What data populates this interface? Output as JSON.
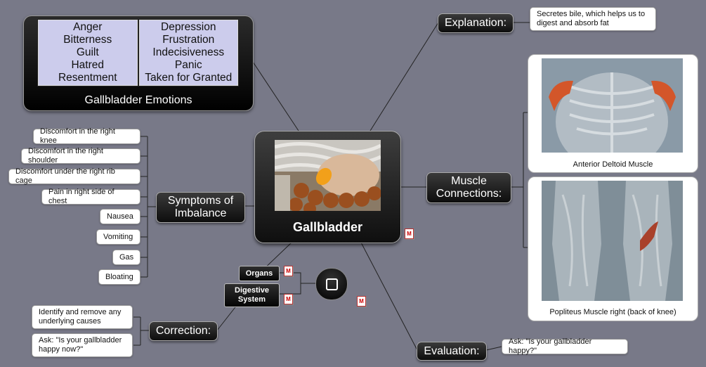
{
  "center": {
    "title": "Gallbladder",
    "image": "gallbladder-anatomy-illustration"
  },
  "emotions": {
    "caption": "Gallbladder Emotions",
    "left": [
      "Anger",
      "Bitterness",
      "Guilt",
      "Hatred",
      "Resentment"
    ],
    "right": [
      "Depression",
      "Frustration",
      "Indecisiveness",
      "Panic",
      "Taken for Granted"
    ]
  },
  "explanation": {
    "label": "Explanation:",
    "text": "Secretes bile, which helps us to digest and absorb fat"
  },
  "muscle": {
    "label": "Muscle Connections:",
    "items": [
      {
        "caption": "Anterior Deltoid Muscle",
        "image": "anterior-deltoid-illustration"
      },
      {
        "caption": "Popliteus Muscle right (back of knee)",
        "image": "popliteus-illustration"
      }
    ]
  },
  "symptoms": {
    "label": "Symptoms of Imbalance",
    "items": [
      "Discomfort in the right knee",
      "Discomfort in the right shoulder",
      "Discomfort under the right rib cage",
      "Pain in right side of chest",
      "Nausea",
      "Vomiting",
      "Gas",
      "Bloating"
    ]
  },
  "organs": {
    "label": "Organs"
  },
  "digestive": {
    "label": "Digestive System"
  },
  "correction": {
    "label": "Correction:",
    "items": [
      "Identify and remove any underlying causes",
      "Ask: \"Is your gallbladder happy now?\""
    ]
  },
  "evaluation": {
    "label": "Evaluation:",
    "text": "Ask: \"Is your gallbladder happy?\""
  },
  "icons": {
    "attachment": "M",
    "hub": "square-icon"
  },
  "colors": {
    "background": "#787988",
    "node": "#111111",
    "emotion_cell": "#ccccec"
  }
}
